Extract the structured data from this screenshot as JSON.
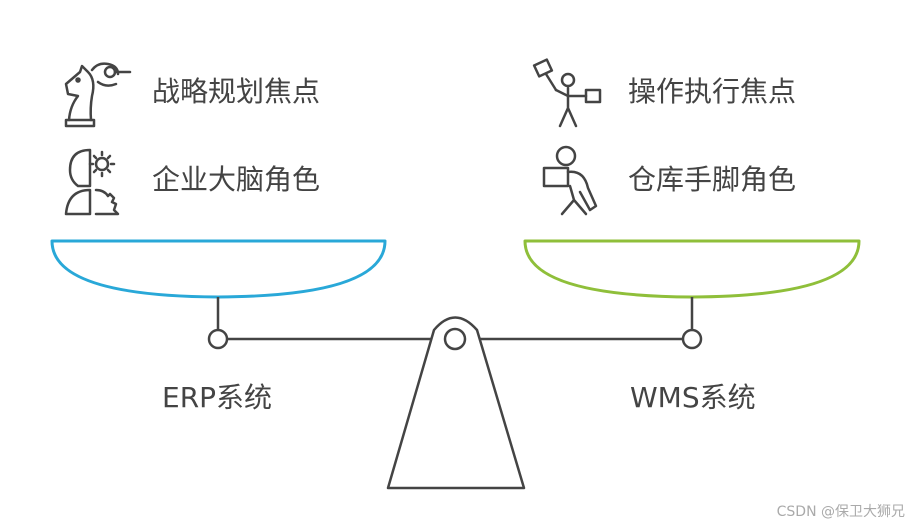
{
  "colors": {
    "left_pan": "#29a8d8",
    "right_pan": "#8fbf3a",
    "stroke": "#444444",
    "text": "#444444"
  },
  "left": {
    "system_label": "ERP系统",
    "items": [
      {
        "icon": "chess-knight-strategy-icon",
        "text": "战略规划焦点"
      },
      {
        "icon": "brain-gears-icon",
        "text": "企业大脑角色"
      }
    ]
  },
  "right": {
    "system_label": "WMS系统",
    "items": [
      {
        "icon": "worker-with-flag-icon",
        "text": "操作执行焦点"
      },
      {
        "icon": "worker-carrying-box-icon",
        "text": "仓库手脚角色"
      }
    ]
  },
  "watermark": "CSDN @保卫大狮兄"
}
